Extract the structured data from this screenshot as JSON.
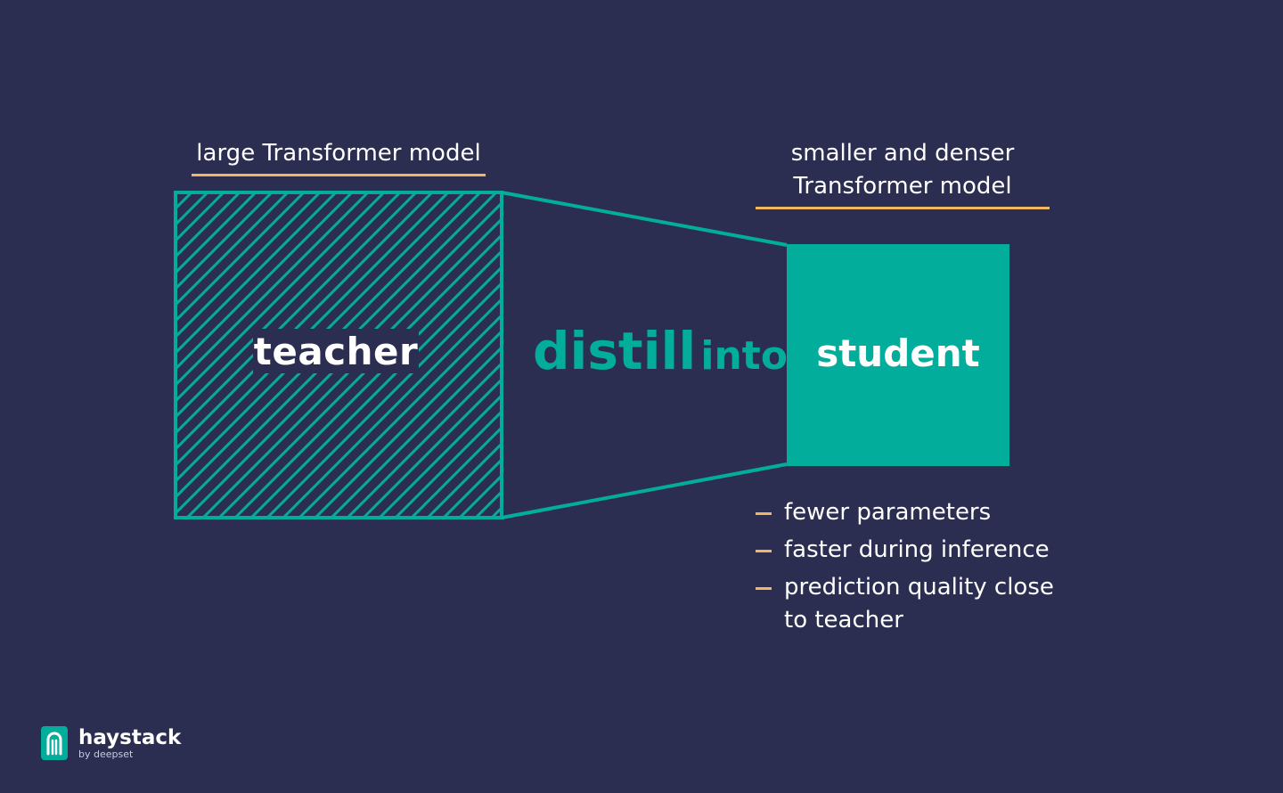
{
  "labels": {
    "teacher_heading": "large Transformer model",
    "student_heading_line1": "smaller and denser",
    "student_heading_line2": "Transformer model",
    "teacher": "teacher",
    "student": "student",
    "distill_word": "distill",
    "into_word": "into"
  },
  "features": [
    "fewer parameters",
    "faster during inference",
    "prediction quality close to teacher"
  ],
  "logo": {
    "name": "haystack",
    "sub": "by deepset",
    "icon": "haystack-logo-icon"
  },
  "colors": {
    "background": "#2b2e51",
    "accent_teal": "#03ad9b",
    "accent_orange": "#f2b75e",
    "text": "#ffffff"
  }
}
